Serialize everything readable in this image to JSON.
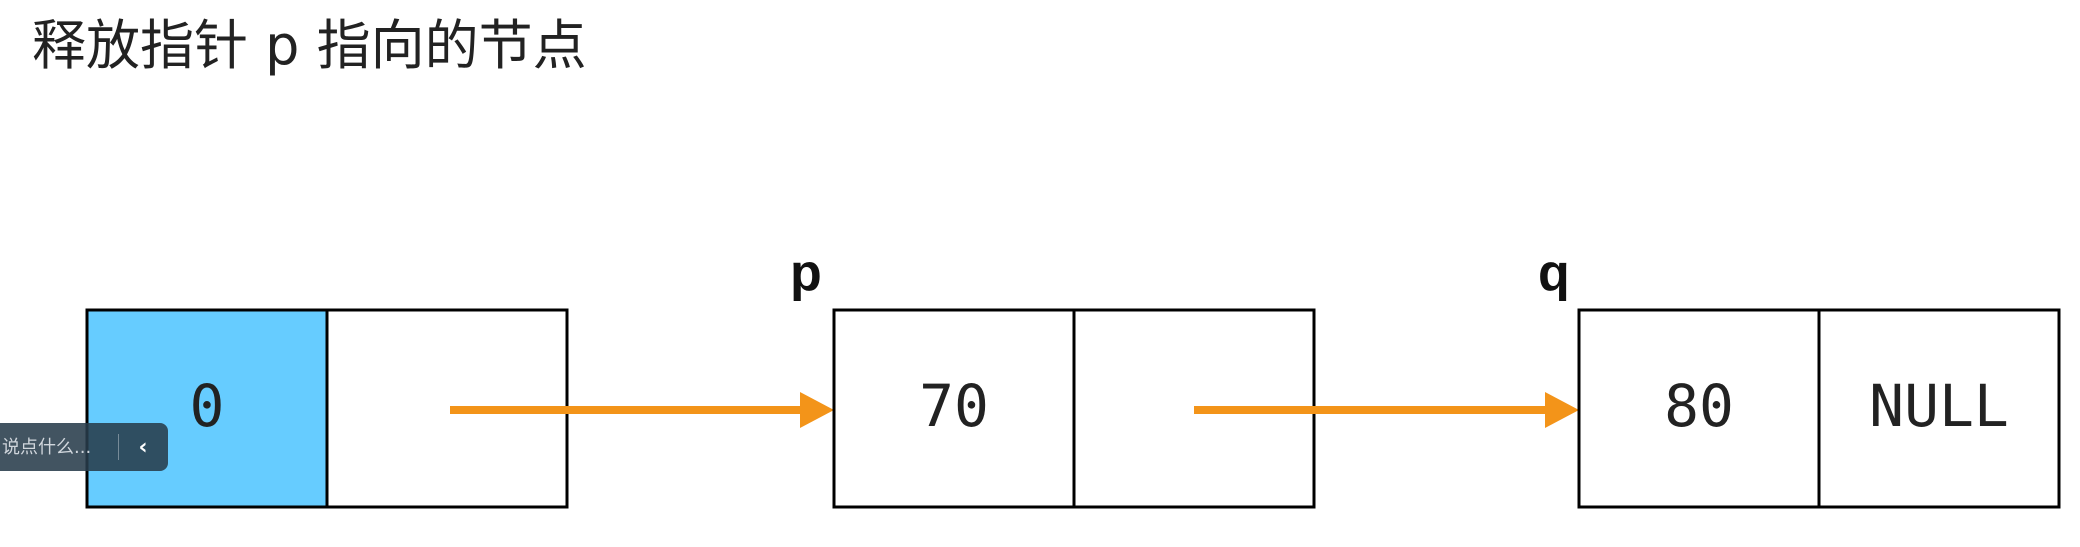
{
  "title": "释放指针 p 指向的节点",
  "nodes": [
    {
      "data": "0",
      "next": ""
    },
    {
      "data": "70",
      "next": ""
    },
    {
      "data": "80",
      "next": "NULL"
    }
  ],
  "pointers": {
    "p": "p",
    "q": "q"
  },
  "colors": {
    "highlight": "#66ccff",
    "arrow": "#f39419"
  },
  "comment_widget": {
    "placeholder": "说点什么..."
  }
}
